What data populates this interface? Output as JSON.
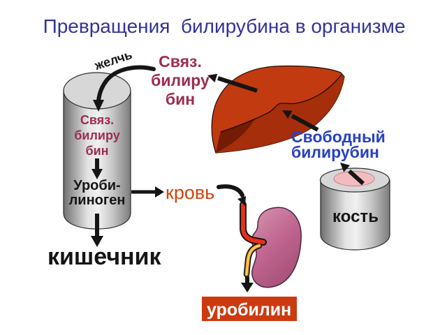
{
  "title": "Превращения  билирубина в организме",
  "labels": {
    "bile": "желчь",
    "conjugated_bilirubin_floating": {
      "lines": [
        "Связ.",
        "билиру",
        "бин"
      ]
    },
    "conjugated_bilirubin_cylinder": {
      "lines": [
        "Связ.",
        "билиру",
        "бин"
      ]
    },
    "urobilinogen": {
      "lines": [
        "Уроби-",
        "линоген"
      ]
    },
    "intestine": "кишечник",
    "blood": "кровь",
    "free_bilirubin": {
      "lines": [
        "Свободный",
        "билирубин"
      ]
    },
    "bone": "кость",
    "urobilin": "уробилин"
  },
  "colors": {
    "title_text": "#333399",
    "conjugated_text": "#9c2d4f",
    "free_text": "#2841c3",
    "blood_text": "#d2430e",
    "black_text": "#151515",
    "urobilin_box": "#cc3b10",
    "urobilin_text": "#ffffff",
    "liver": "#c23a10",
    "kidney": "#bf6590",
    "bone_marrow": "#f2bcbe",
    "arrow": "#151515"
  }
}
